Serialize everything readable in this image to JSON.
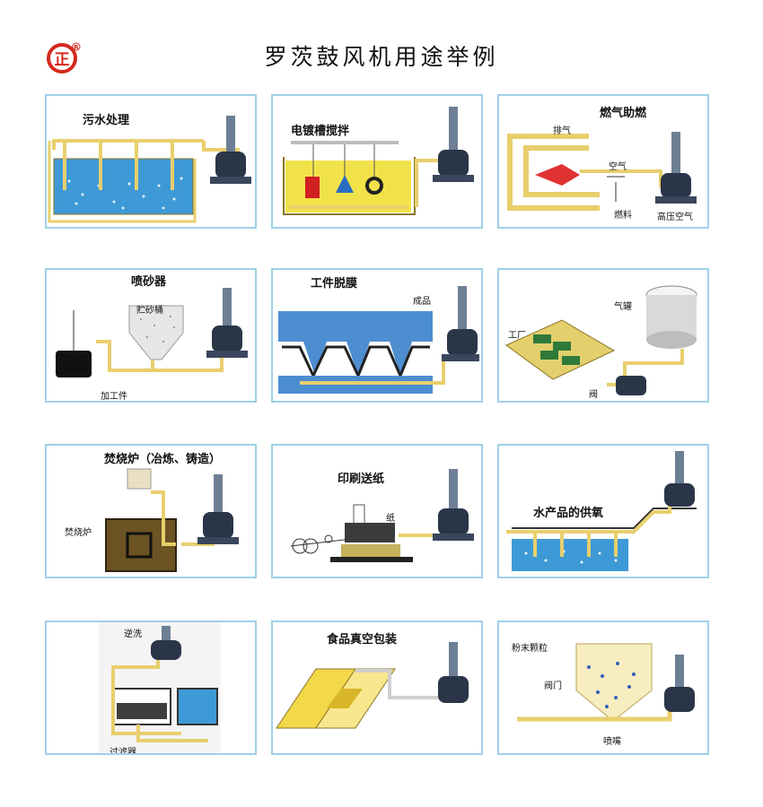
{
  "header": {
    "title": "罗茨鼓风机用途举例",
    "logo_text": "正",
    "logo_mark": "R"
  },
  "colors": {
    "pipe": "#e8cf6c",
    "pipe_edge": "#8a7526",
    "water": "#3e9ad6",
    "blower": "#2a3548",
    "panel_border": "#9fd0e8"
  },
  "panels": [
    {
      "title": "污水处理",
      "labels": []
    },
    {
      "title": "电镀槽搅拌",
      "labels": []
    },
    {
      "title": "燃气助燃",
      "labels": [
        "排气",
        "空气",
        "燃料",
        "高压空气"
      ]
    },
    {
      "title": "喷砂器",
      "labels": [
        "贮砂桶",
        "加工件"
      ]
    },
    {
      "title": "工件脱膜",
      "labels": [
        "成品"
      ]
    },
    {
      "title": "",
      "labels": [
        "气罐",
        "工厂",
        "阀"
      ]
    },
    {
      "title": "焚烧炉（冶炼、铸造）",
      "labels": [
        "焚烧炉"
      ]
    },
    {
      "title": "印刷送纸",
      "labels": [
        "纸"
      ]
    },
    {
      "title": "水产品的供氧",
      "labels": []
    },
    {
      "title": "",
      "labels": [
        "逆洗",
        "过滤器"
      ]
    },
    {
      "title": "食品真空包装",
      "labels": []
    },
    {
      "title": "",
      "labels": [
        "粉末颗粒",
        "阀门",
        "喷嘴"
      ]
    }
  ]
}
